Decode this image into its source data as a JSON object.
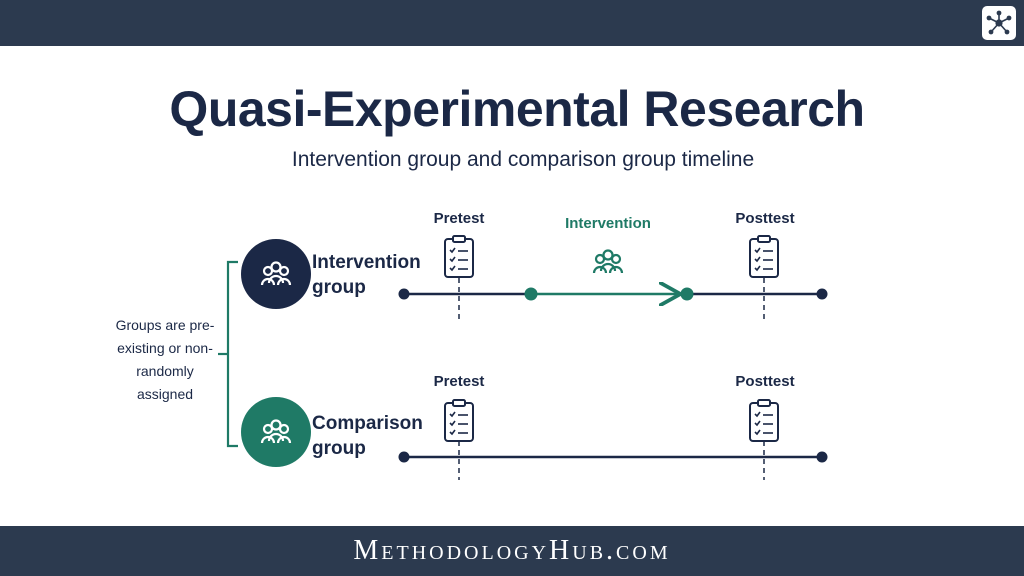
{
  "header": {
    "logo_icon": "network-nodes-icon"
  },
  "diagram": {
    "title": "Quasi-Experimental Research",
    "subtitle": "Intervention group and comparison group timeline",
    "note": "Groups are pre-existing or non-randomly assigned",
    "groups": [
      {
        "label": "Intervention group",
        "icon": "people-icon",
        "color": "#1b2846",
        "stages": [
          "Pretest",
          "Intervention",
          "Posttest"
        ]
      },
      {
        "label": "Comparison group",
        "icon": "people-icon",
        "color": "#1f7a66",
        "stages": [
          "Pretest",
          "Posttest"
        ]
      }
    ],
    "colors": {
      "navy": "#1b2846",
      "teal": "#1f7a66",
      "bar": "#2c3a4f"
    }
  },
  "footer": {
    "text": "MethodologyHub.com"
  }
}
